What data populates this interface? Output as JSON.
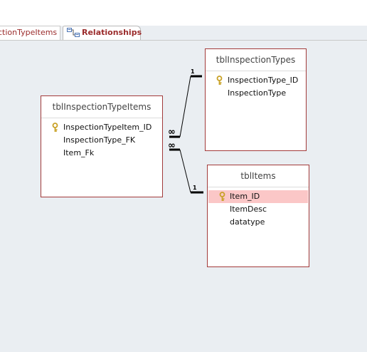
{
  "tabs": [
    {
      "label": "ctionTypeItems",
      "active": false
    },
    {
      "label": "Relationships",
      "active": true,
      "icon": "relationships-icon"
    }
  ],
  "tables": {
    "inspection_type_items": {
      "title": "tblInspectionTypeItems",
      "fields": [
        "InspectionTypeItem_ID",
        "InspectionType_FK",
        "Item_Fk"
      ],
      "primary_key": "InspectionTypeItem_ID"
    },
    "inspection_types": {
      "title": "tblInspectionTypes",
      "fields": [
        "InspectionType_ID",
        "InspectionType"
      ],
      "primary_key": "InspectionType_ID"
    },
    "items": {
      "title": "tblItems",
      "fields": [
        "Item_ID",
        "ItemDesc",
        "datatype"
      ],
      "primary_key": "Item_ID",
      "selected_field": "Item_ID"
    }
  },
  "relationships": [
    {
      "from": "tblInspectionTypeItems.InspectionType_FK",
      "to": "tblInspectionTypes.InspectionType_ID",
      "one_label": "1",
      "many_label": "∞"
    },
    {
      "from": "tblInspectionTypeItems.Item_Fk",
      "to": "tblItems.Item_ID",
      "one_label": "1",
      "many_label": "∞"
    }
  ],
  "colors": {
    "table_border": "#a23a3a",
    "tab_text": "#9b2c2c",
    "selection": "#fbc7c7",
    "canvas": "#eaeef2",
    "key_icon": "#c9a227"
  }
}
